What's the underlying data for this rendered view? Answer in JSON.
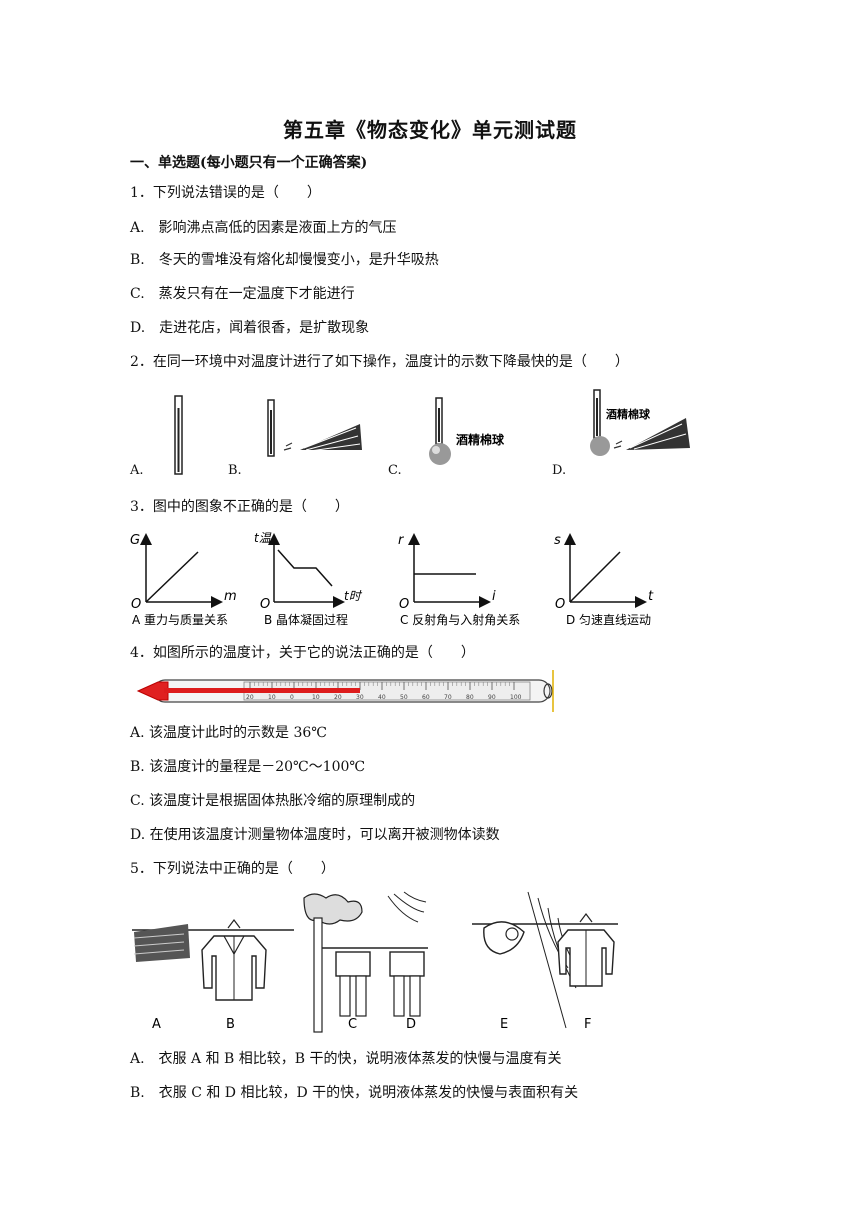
{
  "title": "第五章《物态变化》单元测试题",
  "section1": "一、单选题(每小题只有一个正确答案)",
  "q1": {
    "stem": "1．下列说法错误的是（　　）",
    "options": [
      "A.　影响沸点高低的因素是液面上方的气压",
      "B.　冬天的雪堆没有熔化却慢慢变小，是升华吸热",
      "C.　蒸发只有在一定温度下才能进行",
      "D.　走进花店，闻着很香，是扩散现象"
    ]
  },
  "q2": {
    "stem": "2．在同一环境中对温度计进行了如下操作，温度计的示数下降最快的是（　　）",
    "labels": [
      "A.",
      "B.",
      "C.",
      "D."
    ],
    "cotton_label": "酒精棉球"
  },
  "q3": {
    "stem": "3．图中的图象不正确的是（　　）",
    "graphs": [
      {
        "ylabel": "G",
        "xlabel": "m",
        "origin": "O",
        "caption": "A 重力与质量关系"
      },
      {
        "ylabel": "t温",
        "xlabel": "t时",
        "origin": "O",
        "caption": "B 晶体凝固过程"
      },
      {
        "ylabel": "r",
        "xlabel": "i",
        "origin": "O",
        "caption": "C 反射角与入射角关系"
      },
      {
        "ylabel": "s",
        "xlabel": "t",
        "origin": "O",
        "caption": "D 匀速直线运动"
      }
    ]
  },
  "q4": {
    "stem": "4．如图所示的温度计，关于它的说法正确的是（　　）",
    "scale": [
      "20",
      "10",
      "0",
      "10",
      "20",
      "30",
      "40",
      "50",
      "60",
      "70",
      "80",
      "90",
      "100"
    ],
    "options": [
      "A. 该温度计此时的示数是 36℃",
      "B. 该温度计的量程是－20℃～100℃",
      "C. 该温度计是根据固体热胀冷缩的原理制成的",
      "D. 在使用该温度计测量物体温度时，可以离开被测物体读数"
    ]
  },
  "q5": {
    "stem": "5．下列说法中正确的是（　　）",
    "figure_labels": [
      "A",
      "B",
      "C",
      "D",
      "E",
      "F"
    ],
    "options": [
      "A.　衣服 A 和 B 相比较，B 干的快，说明液体蒸发的快慢与温度有关",
      "B.　衣服 C 和 D 相比较，D 干的快，说明液体蒸发的快慢与表面积有关"
    ]
  }
}
